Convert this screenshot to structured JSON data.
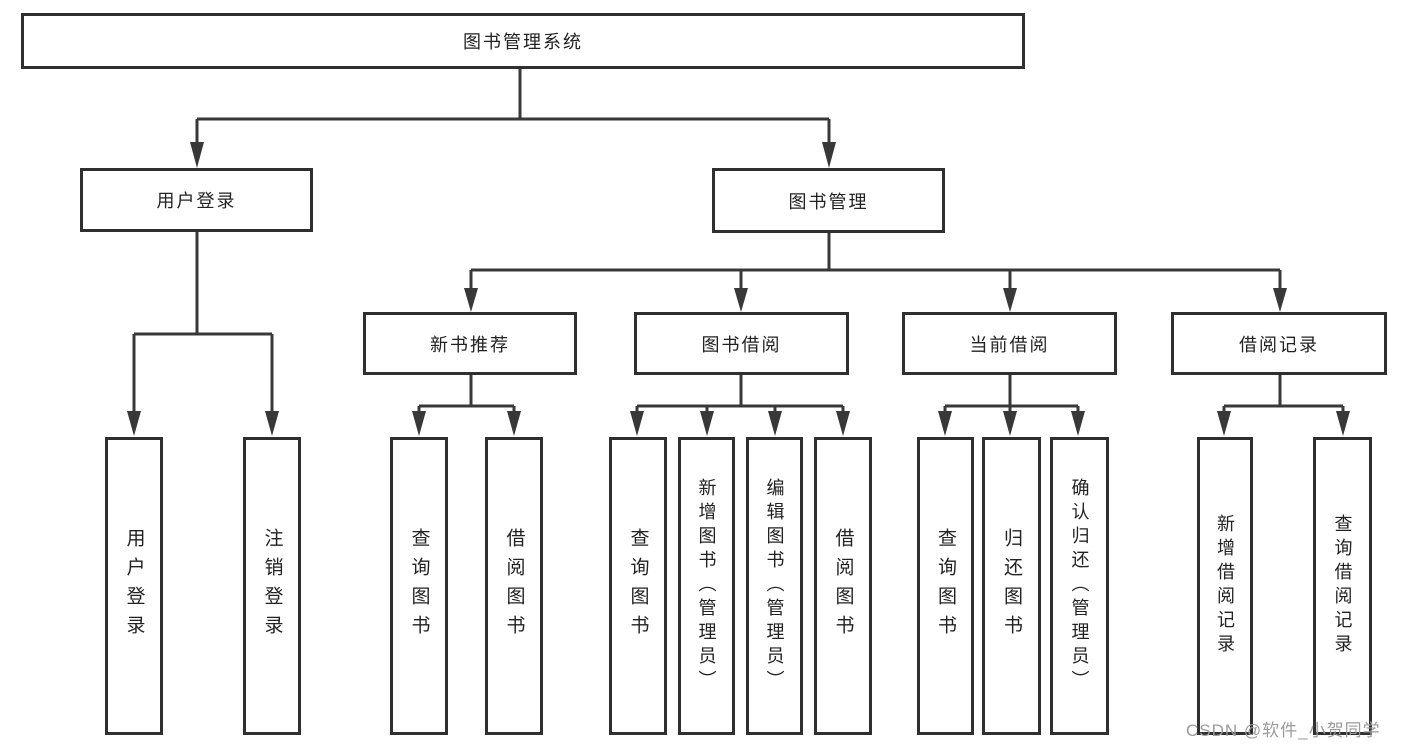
{
  "diagram": {
    "title_node": {
      "label": "图书管理系统"
    },
    "level2": [
      {
        "label": "用户登录"
      },
      {
        "label": "图书管理"
      }
    ],
    "level3": [
      {
        "label": "新书推荐"
      },
      {
        "label": "图书借阅"
      },
      {
        "label": "当前借阅"
      },
      {
        "label": "借阅记录"
      }
    ],
    "groups": [
      {
        "parent": "用户登录",
        "children": [
          "用户登录",
          "注销登录"
        ]
      },
      {
        "parent": "新书推荐",
        "children": [
          "查询图书",
          "借阅图书"
        ]
      },
      {
        "parent": "图书借阅",
        "children": [
          "查询图书",
          "新增图书（管理员）",
          "编辑图书（管理员）",
          "借阅图书"
        ]
      },
      {
        "parent": "当前借阅",
        "children": [
          "查询图书",
          "归还图书",
          "确认归还（管理员）"
        ]
      },
      {
        "parent": "借阅记录",
        "children": [
          "新增借阅记录",
          "查询借阅记录"
        ]
      }
    ],
    "colors": {
      "line": "#383838",
      "border": "#2f2f2f",
      "text": "#222222",
      "watermark": "#9b9b9b",
      "background": "#ffffff"
    }
  },
  "watermark": {
    "text": "CSDN @软件_小贺同学"
  }
}
